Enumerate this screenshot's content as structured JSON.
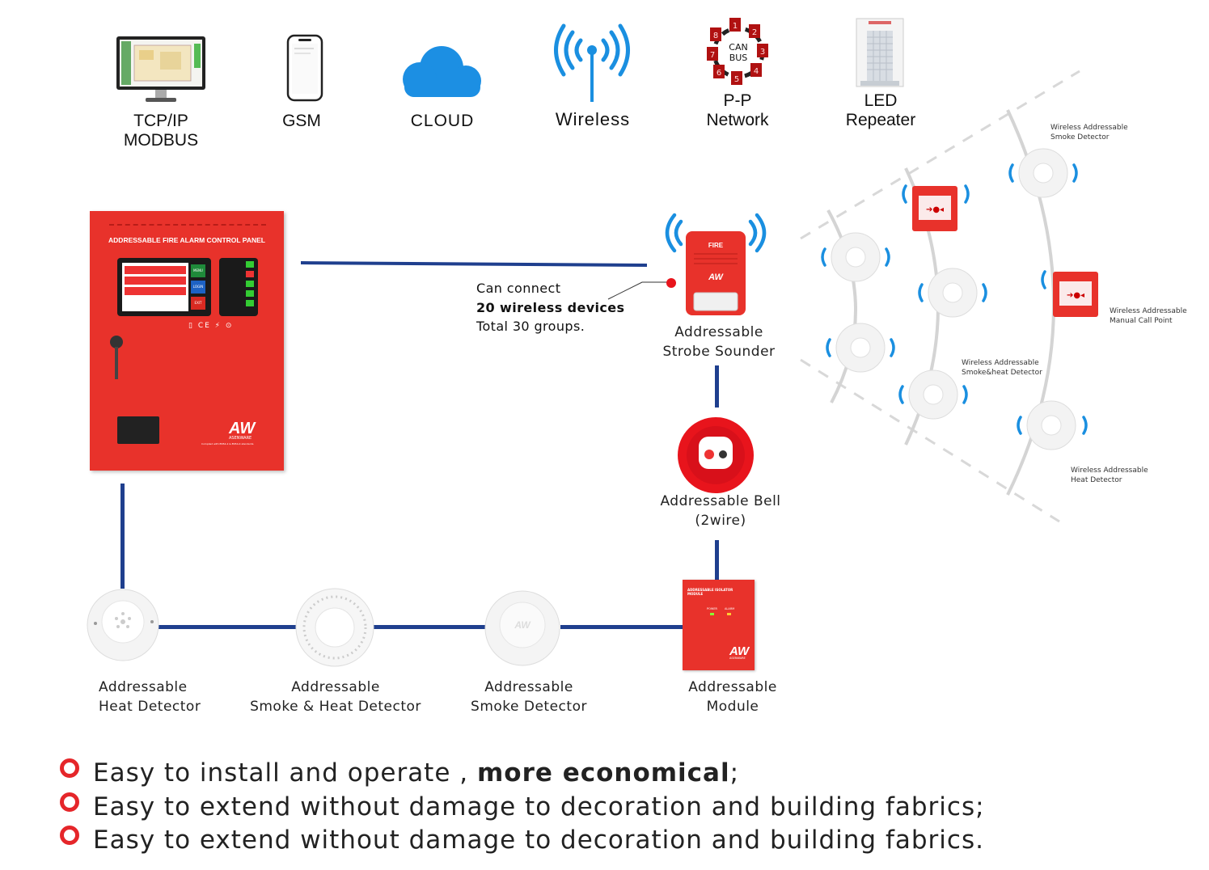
{
  "top_icons": [
    {
      "icon": "monitor-icon",
      "line1": "TCP/IP",
      "line2": "MODBUS"
    },
    {
      "icon": "phone-icon",
      "line1": "GSM",
      "line2": ""
    },
    {
      "icon": "cloud-icon",
      "line1": "CLOUD",
      "line2": ""
    },
    {
      "icon": "wireless-icon",
      "line1": "Wireless",
      "line2": ""
    },
    {
      "icon": "can-bus-icon",
      "line1": "P-P",
      "line2": "Network"
    },
    {
      "icon": "building-icon",
      "line1": "LED",
      "line2": "Repeater"
    }
  ],
  "can_bus": {
    "line1": "CAN",
    "line2": "BUS",
    "nodes": [
      "1",
      "2",
      "3",
      "4",
      "5",
      "6",
      "7",
      "8"
    ]
  },
  "panel": {
    "title": "ADDRESSABLE FIRE ALARM CONTROL PANEL",
    "brand": "ASENWARE",
    "logo": "AW",
    "compliance": "Complied with EN54-2 & EN54-4 standards",
    "screen_buttons": [
      "MENU",
      "LOGIN",
      "EXIT"
    ]
  },
  "callout": {
    "line1": "Can connect",
    "line2": "20 wireless devices",
    "line3": "Total 30 groups."
  },
  "sounder": {
    "line1": "Addressable",
    "line2": "Strobe Sounder",
    "face": "FIRE"
  },
  "bell": {
    "line1": "Addressable Bell",
    "line2": "(2wire)"
  },
  "module": {
    "line1": "Addressable",
    "line2": "Module",
    "face_title": "ADDRESSABLE ISOLATOR MODULE",
    "power": "POWER",
    "alarm": "ALARM",
    "logo": "AW",
    "brand": "ASENWARE"
  },
  "loop_devices": [
    {
      "line1": "Addressable",
      "line2": "Heat Detector"
    },
    {
      "line1": "Addressable",
      "line2": "Smoke & Heat Detector"
    },
    {
      "line1": "Addressable",
      "line2": "Smoke Detector"
    }
  ],
  "wireless_labels": [
    {
      "line1": "Wireless Addressable",
      "line2": "Smoke Detector"
    },
    {
      "line1": "Wireless Addressable",
      "line2": "Manual Call Point"
    },
    {
      "line1": "Wireless Addressable",
      "line2": "Smoke&heat Detector"
    },
    {
      "line1": "Wireless Addressable",
      "line2": "Heat Detector"
    }
  ],
  "bullets": [
    {
      "text": "Easy to install and operate , ",
      "bold": "more economical",
      "end": ";"
    },
    {
      "text": "Easy to extend without damage to decoration and building fabrics;",
      "bold": "",
      "end": ""
    },
    {
      "text": "Easy to extend without damage to decoration and building fabrics.",
      "bold": "",
      "end": ""
    }
  ],
  "colors": {
    "panel_red": "#e8322b",
    "line_blue": "#1f3f8e",
    "wireless_blue": "#1a8fe0",
    "cloud_blue": "#1c8fe3",
    "bullet_red": "#e5262a"
  }
}
